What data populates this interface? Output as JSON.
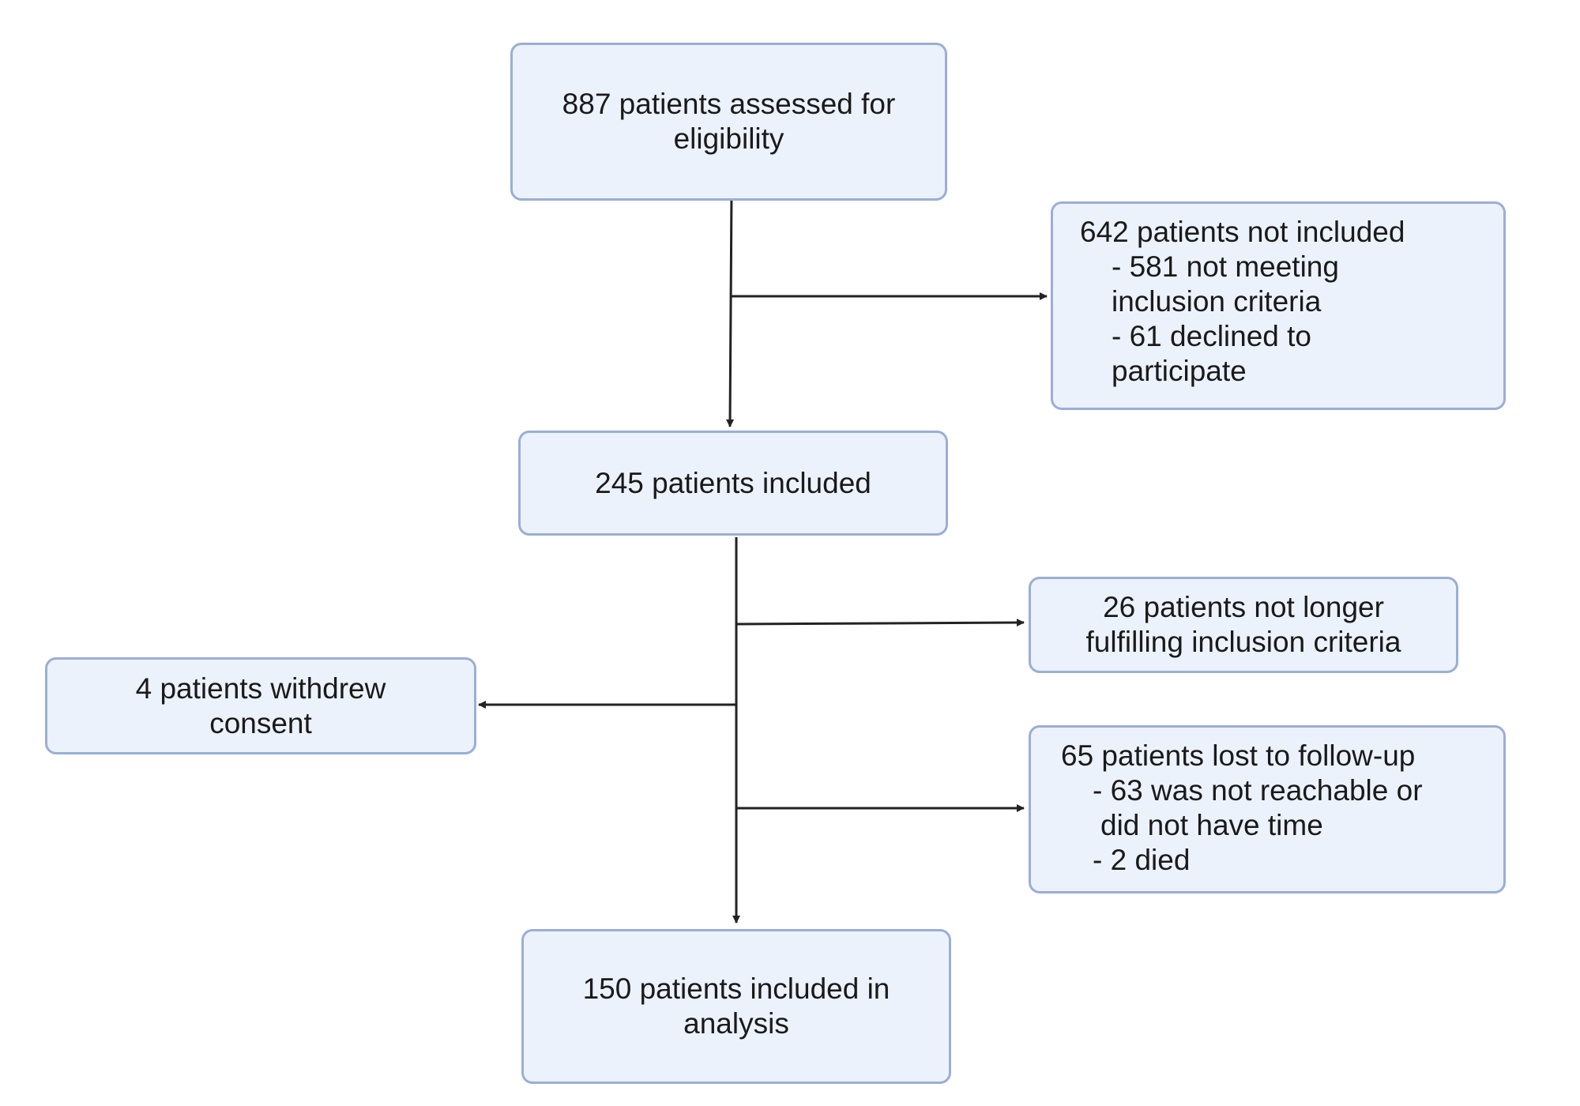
{
  "boxes": {
    "assessed": {
      "lines": [
        "887 patients assessed for",
        "eligibility"
      ]
    },
    "not_included": {
      "heading": "642 patients not included",
      "items": [
        "- 581 not meeting",
        "inclusion criteria",
        "- 61 declined to",
        "participate"
      ]
    },
    "included": {
      "lines": [
        "245 patients included"
      ]
    },
    "not_fulfilling": {
      "lines": [
        "26 patients not longer",
        "fulfilling inclusion criteria"
      ]
    },
    "withdrew": {
      "lines": [
        "4 patients withdrew",
        "consent"
      ]
    },
    "lost": {
      "heading": "65 patients lost to follow-up",
      "items": [
        "- 63 was not reachable or",
        "did not have time",
        "- 2 died"
      ]
    },
    "analysis": {
      "lines": [
        "150 patients included in",
        "analysis"
      ]
    }
  },
  "colors": {
    "box_fill": "#ecf2fb",
    "box_border": "#9aaed6",
    "arrow": "#222222"
  }
}
